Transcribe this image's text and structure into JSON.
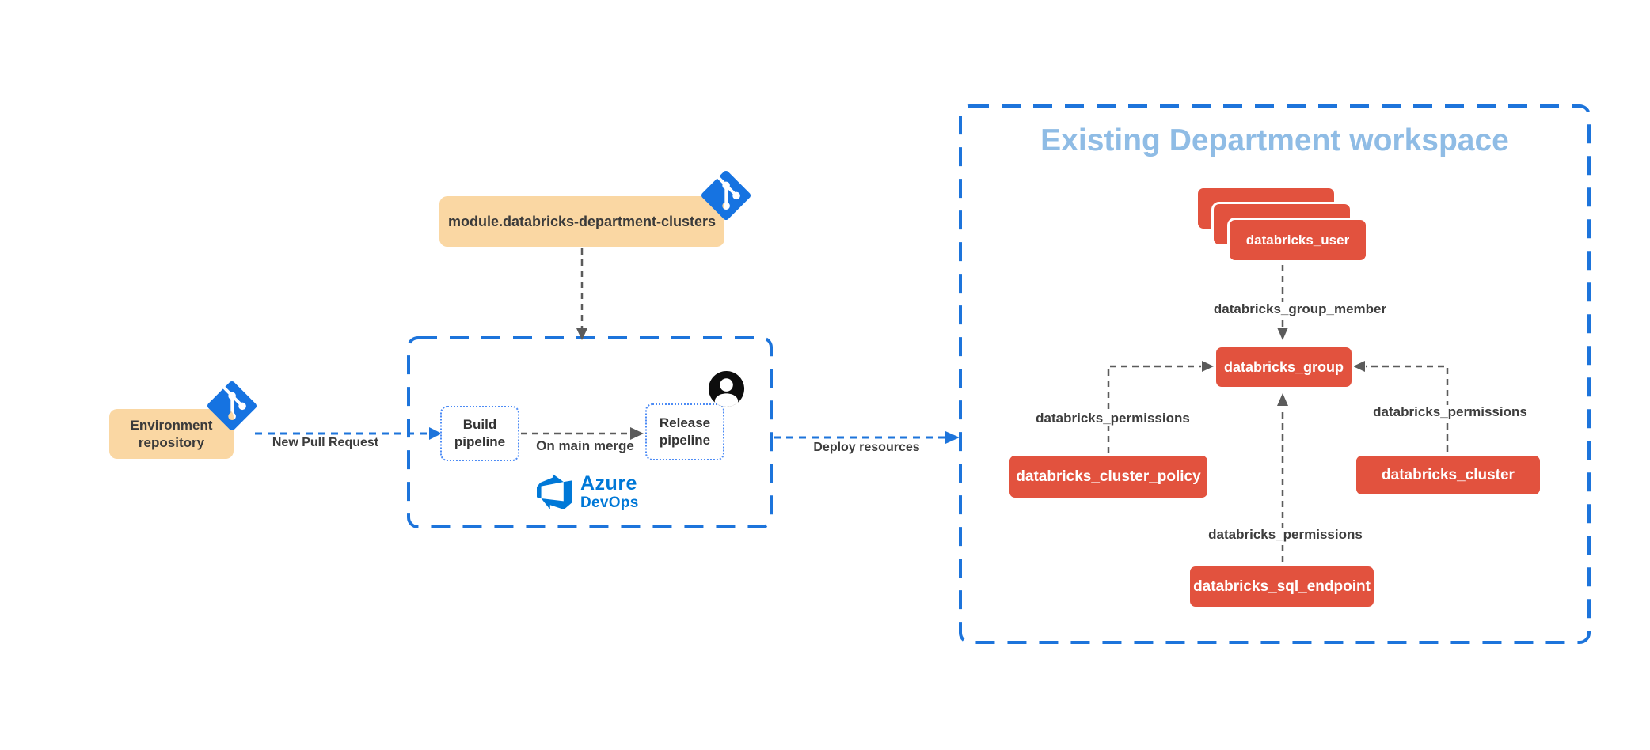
{
  "title": "Existing Department workspace",
  "nodes": {
    "environment_repository": "Environment repository",
    "module": "module.databricks-department-clusters",
    "build_pipeline": "Build pipeline",
    "release_pipeline": "Release pipeline",
    "databricks_user": "databricks_user",
    "databricks_group": "databricks_group",
    "databricks_cluster_policy": "databricks_cluster_policy",
    "databricks_cluster": "databricks_cluster",
    "databricks_sql_endpoint": "databricks_sql_endpoint"
  },
  "edges": {
    "new_pull_request": "New Pull Request",
    "on_main_merge": "On main merge",
    "deploy_resources": "Deploy resources",
    "group_member": "databricks_group_member",
    "permissions_left": "databricks_permissions",
    "permissions_right": "databricks_permissions",
    "permissions_center": "databricks_permissions"
  },
  "logo": {
    "line1": "Azure",
    "line2": "DevOps"
  },
  "icons": [
    "git-icon",
    "user-icon",
    "azure-devops-icon"
  ],
  "colors": {
    "accent_blue": "#1D74DB",
    "azure_blue": "#0078D7",
    "git_blue": "#1673E1",
    "node_orange": "#FAD7A3",
    "node_red": "#E2523E",
    "title_blue": "#8FBCE5",
    "label_gray": "#3D3D3D",
    "connector_gray": "#5B5B5B"
  }
}
